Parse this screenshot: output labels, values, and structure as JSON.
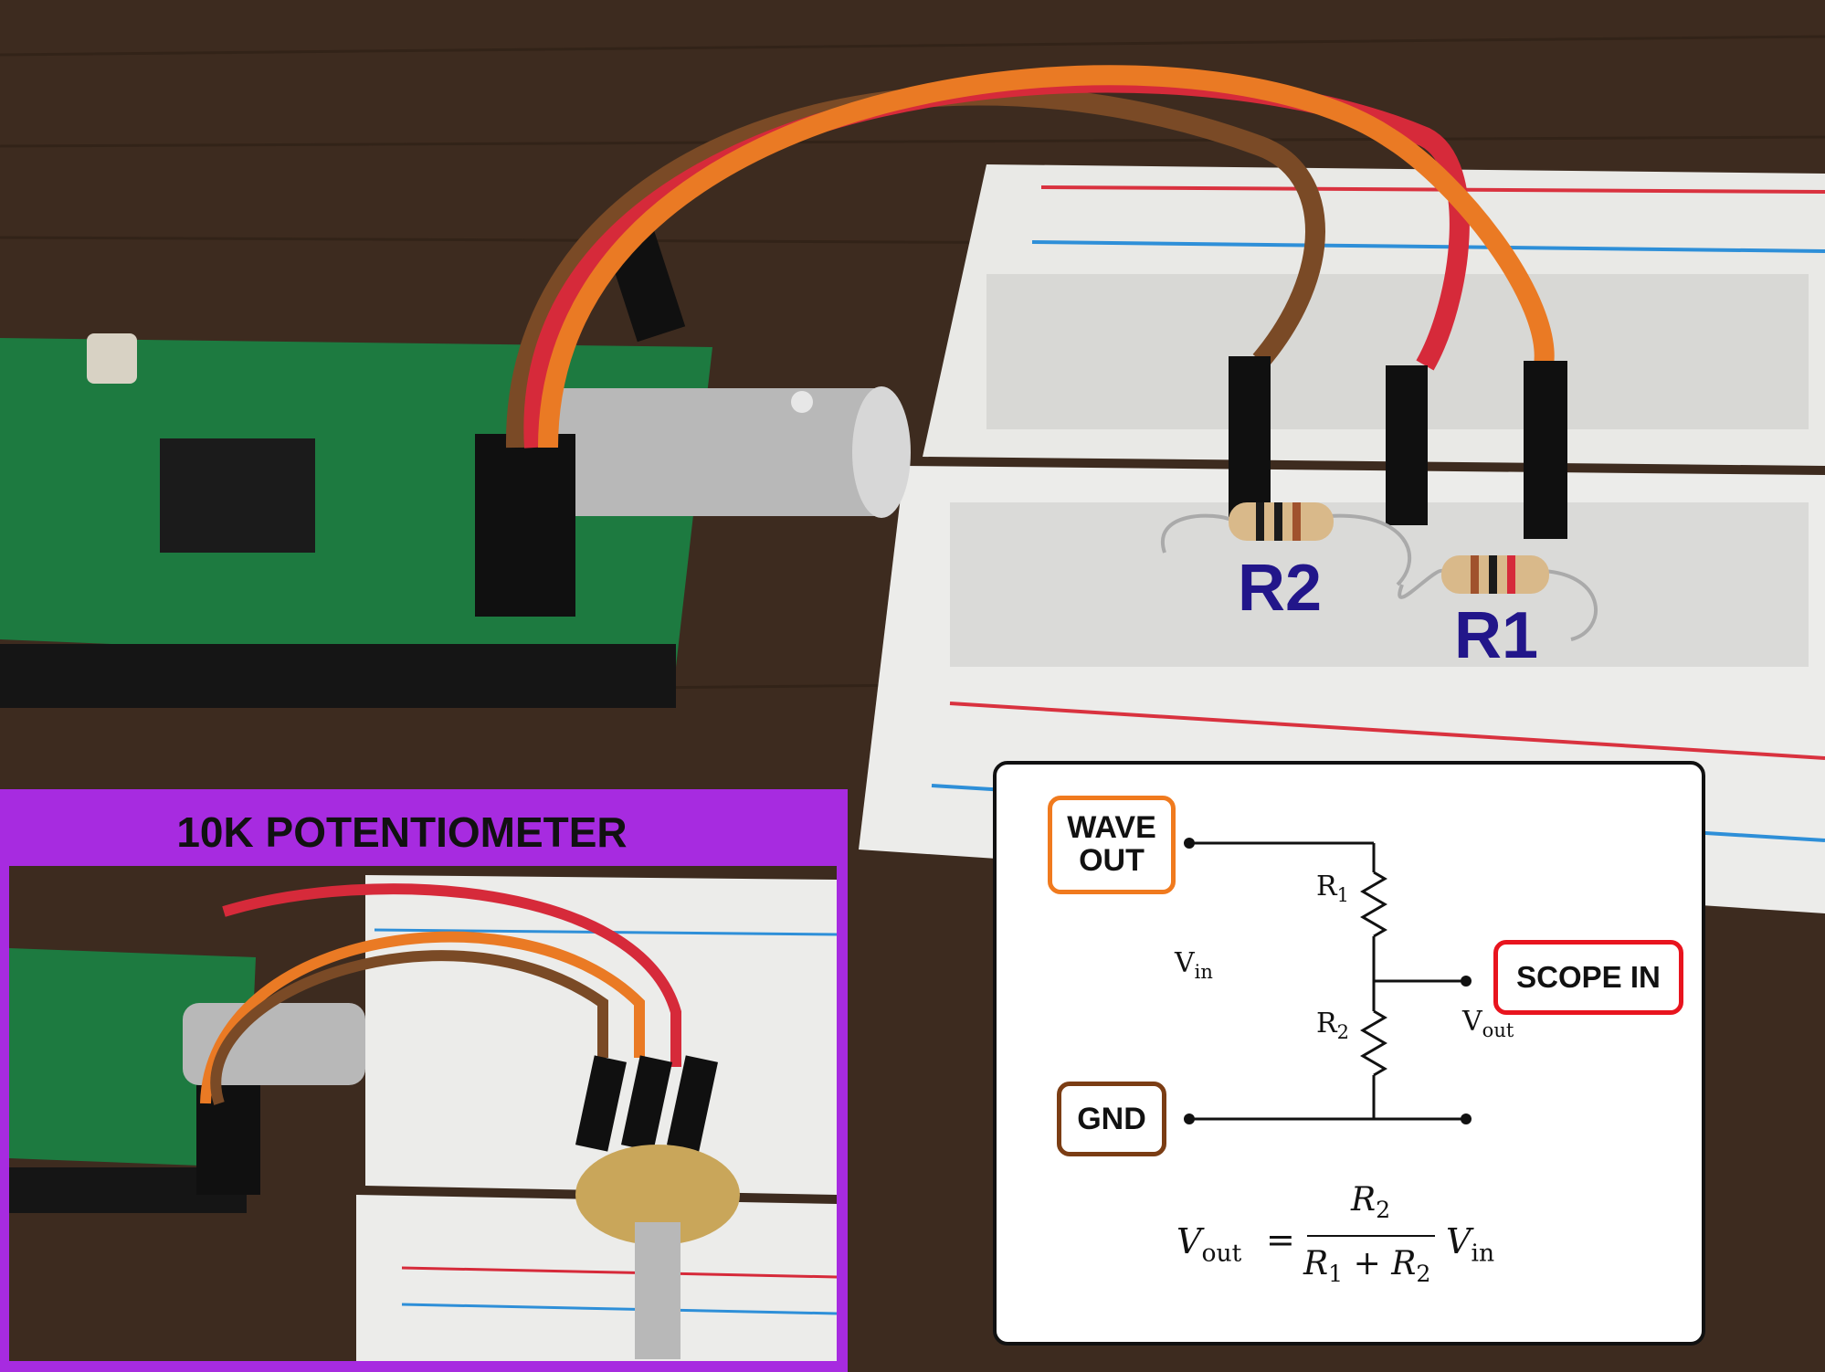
{
  "photo_labels": {
    "r2": "R2",
    "r1": "R1"
  },
  "pot_panel": {
    "title": "10K POTENTIOMETER"
  },
  "schematic": {
    "wave_out": "WAVE\nOUT",
    "scope_in": "SCOPE IN",
    "gnd": "GND",
    "r1": {
      "base": "R",
      "sub": "1"
    },
    "r2": {
      "base": "R",
      "sub": "2"
    },
    "vin": {
      "base": "V",
      "sub": "in"
    },
    "vout": {
      "base": "V",
      "sub": "out"
    },
    "formula": {
      "lhs_base": "V",
      "lhs_sub": "out",
      "equals": "=",
      "num_base": "R",
      "num_sub": "2",
      "den_a_base": "R",
      "den_a_sub": "1",
      "plus": "+",
      "den_b_base": "R",
      "den_b_sub": "2",
      "rhs_base": "V",
      "rhs_sub": "in"
    }
  },
  "colors": {
    "pot_border": "#a72be0",
    "wave_out_border": "#f07a1e",
    "scope_in_border": "#e8141e",
    "gnd_border": "#7b3d14",
    "resistor_label": "#22168a"
  }
}
